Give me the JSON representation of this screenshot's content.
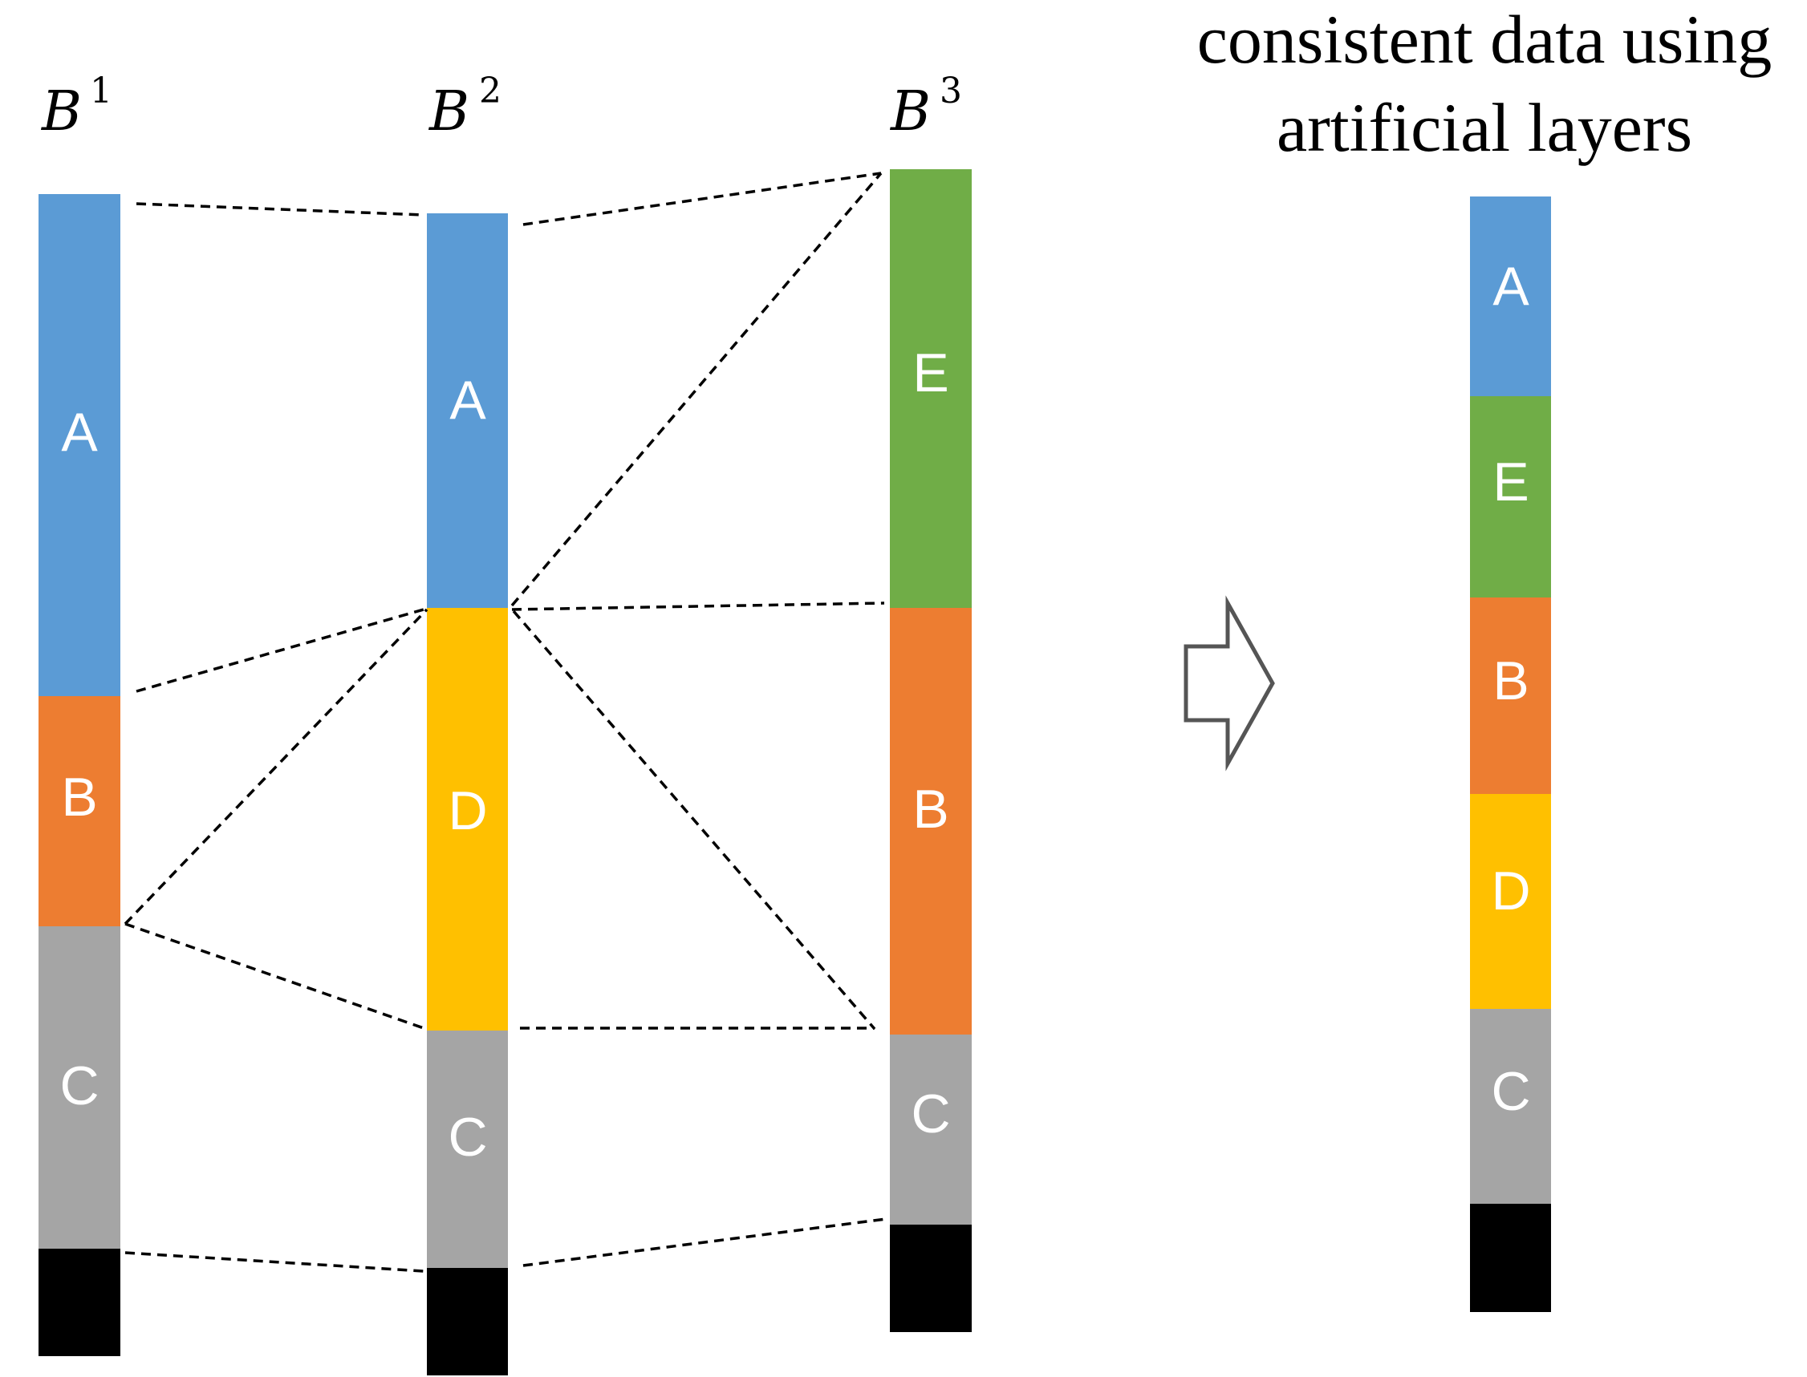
{
  "boreholes": [
    {
      "name": "B",
      "sup": "1",
      "layers": [
        {
          "label": "A",
          "color": "#5b9bd5"
        },
        {
          "label": "B",
          "color": "#ed7d31"
        },
        {
          "label": "C",
          "color": "#a5a5a5"
        },
        {
          "label": "",
          "color": "#000000"
        }
      ]
    },
    {
      "name": "B",
      "sup": "2",
      "layers": [
        {
          "label": "A",
          "color": "#5b9bd5"
        },
        {
          "label": "D",
          "color": "#ffc000"
        },
        {
          "label": "C",
          "color": "#a5a5a5"
        },
        {
          "label": "",
          "color": "#000000"
        }
      ]
    },
    {
      "name": "B",
      "sup": "3",
      "layers": [
        {
          "label": "E",
          "color": "#70ad47"
        },
        {
          "label": "B",
          "color": "#ed7d31"
        },
        {
          "label": "C",
          "color": "#a5a5a5"
        },
        {
          "label": "",
          "color": "#000000"
        }
      ]
    }
  ],
  "result": {
    "caption_line1": "consistent data using",
    "caption_line2": "artificial layers",
    "layers": [
      {
        "label": "A",
        "color": "#5b9bd5"
      },
      {
        "label": "E",
        "color": "#70ad47"
      },
      {
        "label": "B",
        "color": "#ed7d31"
      },
      {
        "label": "D",
        "color": "#ffc000"
      },
      {
        "label": "C",
        "color": "#a5a5a5"
      },
      {
        "label": "",
        "color": "#000000"
      }
    ]
  },
  "arrow_icon": "right-arrow-icon"
}
